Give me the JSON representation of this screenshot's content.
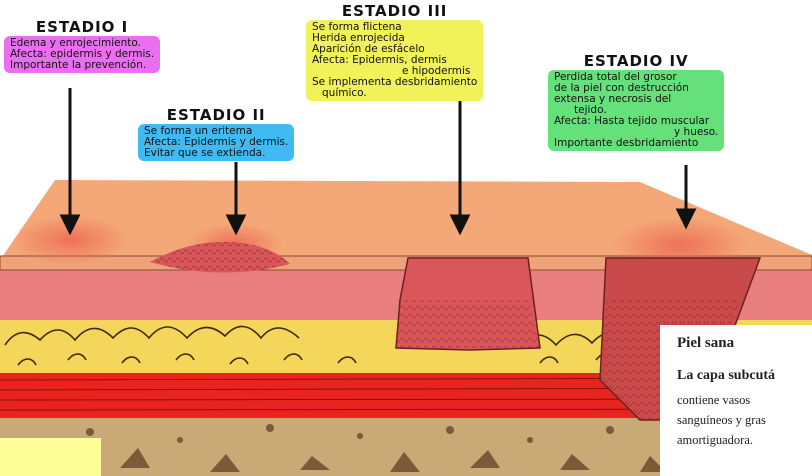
{
  "stages": [
    {
      "title": "ESTADIO I",
      "lines": [
        "Edema y enrojecimiento.",
        "Afecta: epidermis y dermis.",
        "Importante la prevención."
      ],
      "color": "#ea6ff0"
    },
    {
      "title": "ESTADIO II",
      "lines": [
        "Se forma un eritema",
        "Afecta: Epidermis y dermis.",
        "Evitar que se extienda."
      ],
      "color": "#3fbaf2"
    },
    {
      "title": "ESTADIO III",
      "lines": [
        "Se forma flictena",
        "Herida enrojecida",
        "Aparición de esfácelo",
        "Afecta: Epidermis, dermis",
        "e hipodermis",
        "Se implementa desbridamiento",
        "químico."
      ],
      "color": "#f1f25a"
    },
    {
      "title": "ESTADIO IV",
      "lines": [
        "Perdida total del grosor",
        "de la piel con destrucción",
        "extensa y necrosis del",
        "tejido.",
        "Afecta: Hasta tejido muscular",
        "y hueso.",
        "Importante desbridamiento"
      ],
      "color": "#66e07a"
    }
  ],
  "card": {
    "title": "Piel sana",
    "subtitle": "La capa subcutá",
    "lines": [
      "contiene vasos",
      "sanguíneos y gras",
      "amortiguadora."
    ]
  },
  "colors": {
    "skin_top": "#f4a878",
    "skin_band": "#f0a27a",
    "dermis": "#e87e7e",
    "fat": "#f4d65a",
    "muscle": "#e8241f",
    "bone": "#c9a975",
    "wound": "#d9575a"
  }
}
